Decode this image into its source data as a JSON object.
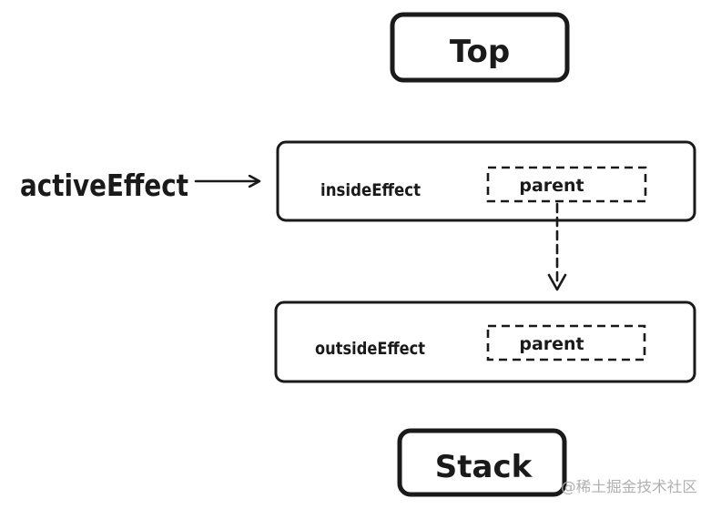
{
  "diagram": {
    "top_label": "Top",
    "bottom_label": "Stack",
    "pointer_label": "activeEffect",
    "frames": [
      {
        "name": "insideEffect",
        "parent_label": "parent"
      },
      {
        "name": "outsideEffect",
        "parent_label": "parent"
      }
    ]
  },
  "watermark": {
    "text": "@稀土掘金技术社区"
  },
  "colors": {
    "ink": "#1a1a1a",
    "background": "#ffffff",
    "watermark": "#b0b0b0"
  }
}
